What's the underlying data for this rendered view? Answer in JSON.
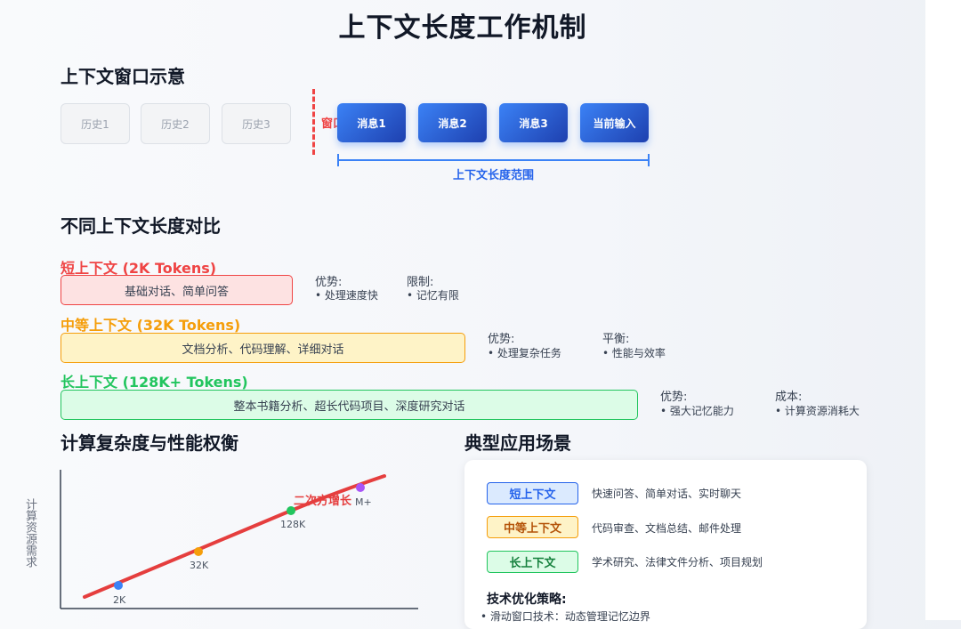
{
  "title": "上下文长度工作机制",
  "window_section": {
    "title": "上下文窗口示意",
    "history": [
      "历史1",
      "历史2",
      "历史3"
    ],
    "window_label": "窗口",
    "messages": [
      "消息1",
      "消息2",
      "消息3",
      "当前输入"
    ],
    "range_label": "上下文长度范围",
    "colors": {
      "history_bg": "#f3f4f6",
      "message_gradient": [
        "#3b82f6",
        "#1e40af"
      ],
      "divider": "#ef4444"
    }
  },
  "compare_section": {
    "title": "不同上下文长度对比",
    "items": [
      {
        "title": "短上下文 (2K Tokens)",
        "bar": "基础对话、简单问答",
        "adv_h": "优势:",
        "adv_b": "• 处理速度快",
        "lim_h": "限制:",
        "lim_b": "• 记忆有限",
        "color": "#ef4444",
        "bg": "#fde2e2"
      },
      {
        "title": "中等上下文 (32K Tokens)",
        "bar": "文档分析、代码理解、详细对话",
        "adv_h": "优势:",
        "adv_b": "• 处理复杂任务",
        "lim_h": "平衡:",
        "lim_b": "• 性能与效率",
        "color": "#f59e0b",
        "bg": "#fef3c7"
      },
      {
        "title": "长上下文 (128K+ Tokens)",
        "bar": "整本书籍分析、超长代码项目、深度研究对话",
        "adv_h": "优势:",
        "adv_b": "• 强大记忆能力",
        "lim_h": "成本:",
        "lim_b": "• 计算资源消耗大",
        "color": "#22c55e",
        "bg": "#dcfce7"
      }
    ]
  },
  "complexity_section": {
    "title": "计算复杂度与性能权衡",
    "curve_label": "二次方增长"
  },
  "chart_data": {
    "type": "line",
    "ylabel": "计算资源需求",
    "xlabel": "",
    "points": [
      {
        "label": "2K",
        "color": "#3b82f6"
      },
      {
        "label": "32K",
        "color": "#f59e0b"
      },
      {
        "label": "128K",
        "color": "#22c55e"
      },
      {
        "label": "M+",
        "color": "#a855f7"
      }
    ],
    "curve_color": "#e53e3e"
  },
  "scenario_section": {
    "title": "典型应用场景",
    "rows": [
      {
        "tag": "短上下文",
        "desc": "快速问答、简单对话、实时聊天",
        "color": "#2563eb",
        "bg": "#dbeafe"
      },
      {
        "tag": "中等上下文",
        "desc": "代码审查、文档总结、邮件处理",
        "color": "#b45309",
        "bg": "#fef3c7"
      },
      {
        "tag": "长上下文",
        "desc": "学术研究、法律文件分析、项目规划",
        "color": "#15803d",
        "bg": "#dcfce7"
      }
    ],
    "strategy_title": "技术优化策略:",
    "strategies": [
      "• 滑动窗口技术：动态管理记忆边界"
    ]
  }
}
